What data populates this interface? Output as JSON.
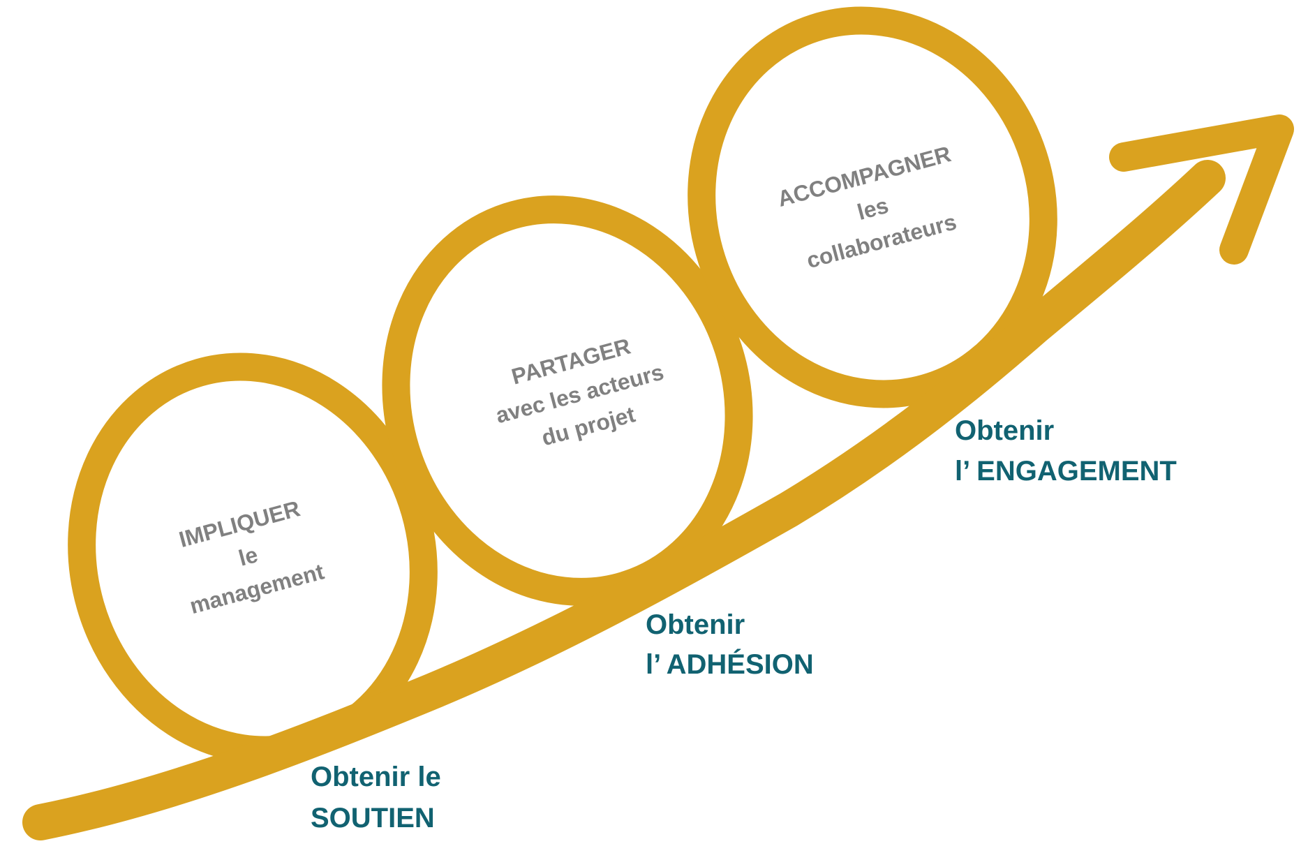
{
  "colors": {
    "gold": "#DAA21F",
    "step_text": "#808080",
    "outcome_text": "#116271",
    "background": "#FFFFFF"
  },
  "steps": [
    {
      "verb": "IMPLIQUER",
      "line2": "le",
      "line3": "management"
    },
    {
      "verb": "PARTAGER",
      "line2": "avec les acteurs",
      "line3": "du projet"
    },
    {
      "verb": "ACCOMPAGNER",
      "line2": "les",
      "line3": "collaborateurs"
    }
  ],
  "outcomes": [
    {
      "line1": "Obtenir le",
      "line2": "SOUTIEN"
    },
    {
      "line1": "Obtenir",
      "line2": "l’ ADHÉSION"
    },
    {
      "line1": "Obtenir",
      "line2": "l’ ENGAGEMENT"
    }
  ],
  "arrow": {
    "icon": "upward-trend-arrow-icon"
  }
}
